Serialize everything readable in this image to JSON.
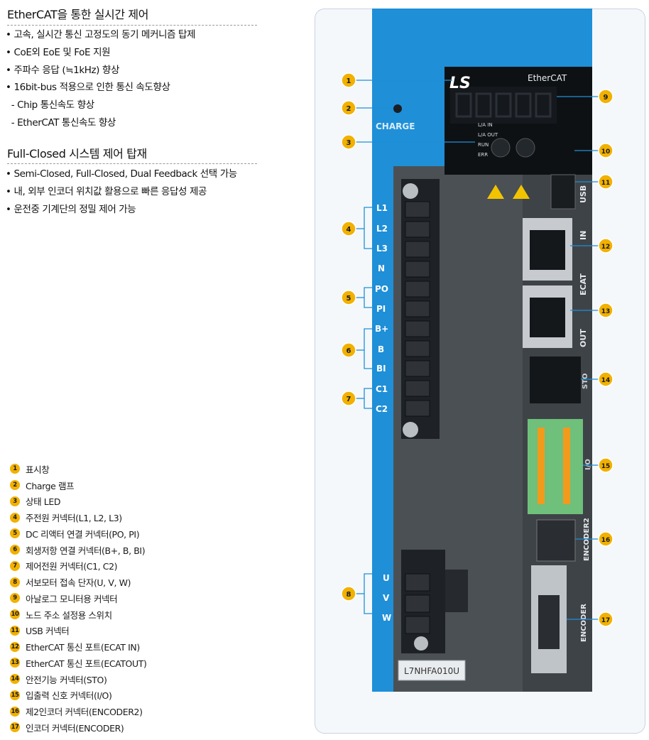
{
  "section1": {
    "title": "EtherCAT을 통한 실시간 제어",
    "bullets": [
      "• 고속, 실시간 통신 고정도의 동기 메커니즘 탑제",
      "• CoE외 EoE 및 FoE 지원",
      "• 주파수 응답 (≒1kHz) 향상",
      "• 16bit-bus 적용으로 인한 통신 속도향상",
      "  - Chip 통신속도 향상",
      "  - EtherCAT 통신속도 향상"
    ]
  },
  "section2": {
    "title": "Full-Closed 시스템 제어 탑재",
    "bullets": [
      "• Semi-Closed, Full-Closed, Dual Feedback 선택 가능",
      "• 내, 외부 인코더 위치값 활용으로 빠른 응답성 제공",
      "• 운전중 기계단의 정밀 제어 가능"
    ]
  },
  "legend": [
    {
      "num": "1",
      "label": "표시창"
    },
    {
      "num": "2",
      "label": "Charge 램프"
    },
    {
      "num": "3",
      "label": "상태 LED"
    },
    {
      "num": "4",
      "label": "주전원 커넥터(L1, L2, L3)"
    },
    {
      "num": "5",
      "label": "DC 리액터 연결 커넥터(PO, PI)"
    },
    {
      "num": "6",
      "label": "회생저항 연결 커넥터(B+, B, BI)"
    },
    {
      "num": "7",
      "label": "제어전원 커넥터(C1, C2)"
    },
    {
      "num": "8",
      "label": "서보모터 접속 단자(U, V, W)"
    },
    {
      "num": "9",
      "label": "아날로그 모니터용 커넥터"
    },
    {
      "num": "10",
      "label": "노드 주소 설정용 스위치"
    },
    {
      "num": "11",
      "label": "USB 커넥터"
    },
    {
      "num": "12",
      "label": "EtherCAT 통신 포트(ECAT IN)"
    },
    {
      "num": "13",
      "label": "EtherCAT 통신 포트(ECATOUT)"
    },
    {
      "num": "14",
      "label": "안전기능 커넥터(STO)"
    },
    {
      "num": "15",
      "label": "입출력 신호 커넥터(I/O)"
    },
    {
      "num": "16",
      "label": "제2인코더 커넥터(ENCODER2)"
    },
    {
      "num": "17",
      "label": "인코더 커넥터(ENCODER)"
    }
  ],
  "device": {
    "brand": "LS",
    "ethercat_logo": "EtherCAT",
    "charge_label": "CHARGE",
    "led_labels": [
      "L/A IN",
      "L/A OUT",
      "RUN",
      "ERR"
    ],
    "terminal_labels": [
      "L1",
      "L2",
      "L3",
      "N",
      "PO",
      "PI",
      "B+",
      "B",
      "BI",
      "C1",
      "C2"
    ],
    "motor_labels": [
      "U",
      "V",
      "W"
    ],
    "usb_label": "USB",
    "in_label": "IN",
    "ecat_label": "ECAT",
    "out_label": "OUT",
    "sto_label": "STO",
    "io_label": "I/O",
    "encoder2_label": "ENCODER2",
    "encoder_label": "ENCODER",
    "model": "L7NHFA010U",
    "callouts": [
      "1",
      "2",
      "3",
      "4",
      "5",
      "6",
      "7",
      "8",
      "9",
      "10",
      "11",
      "12",
      "13",
      "14",
      "15",
      "16",
      "17"
    ]
  },
  "colors": {
    "callout": "#f2b100",
    "device_blue": "#1f8fd7",
    "device_gray": "#4b5055",
    "io_green": "#6fc07a"
  }
}
